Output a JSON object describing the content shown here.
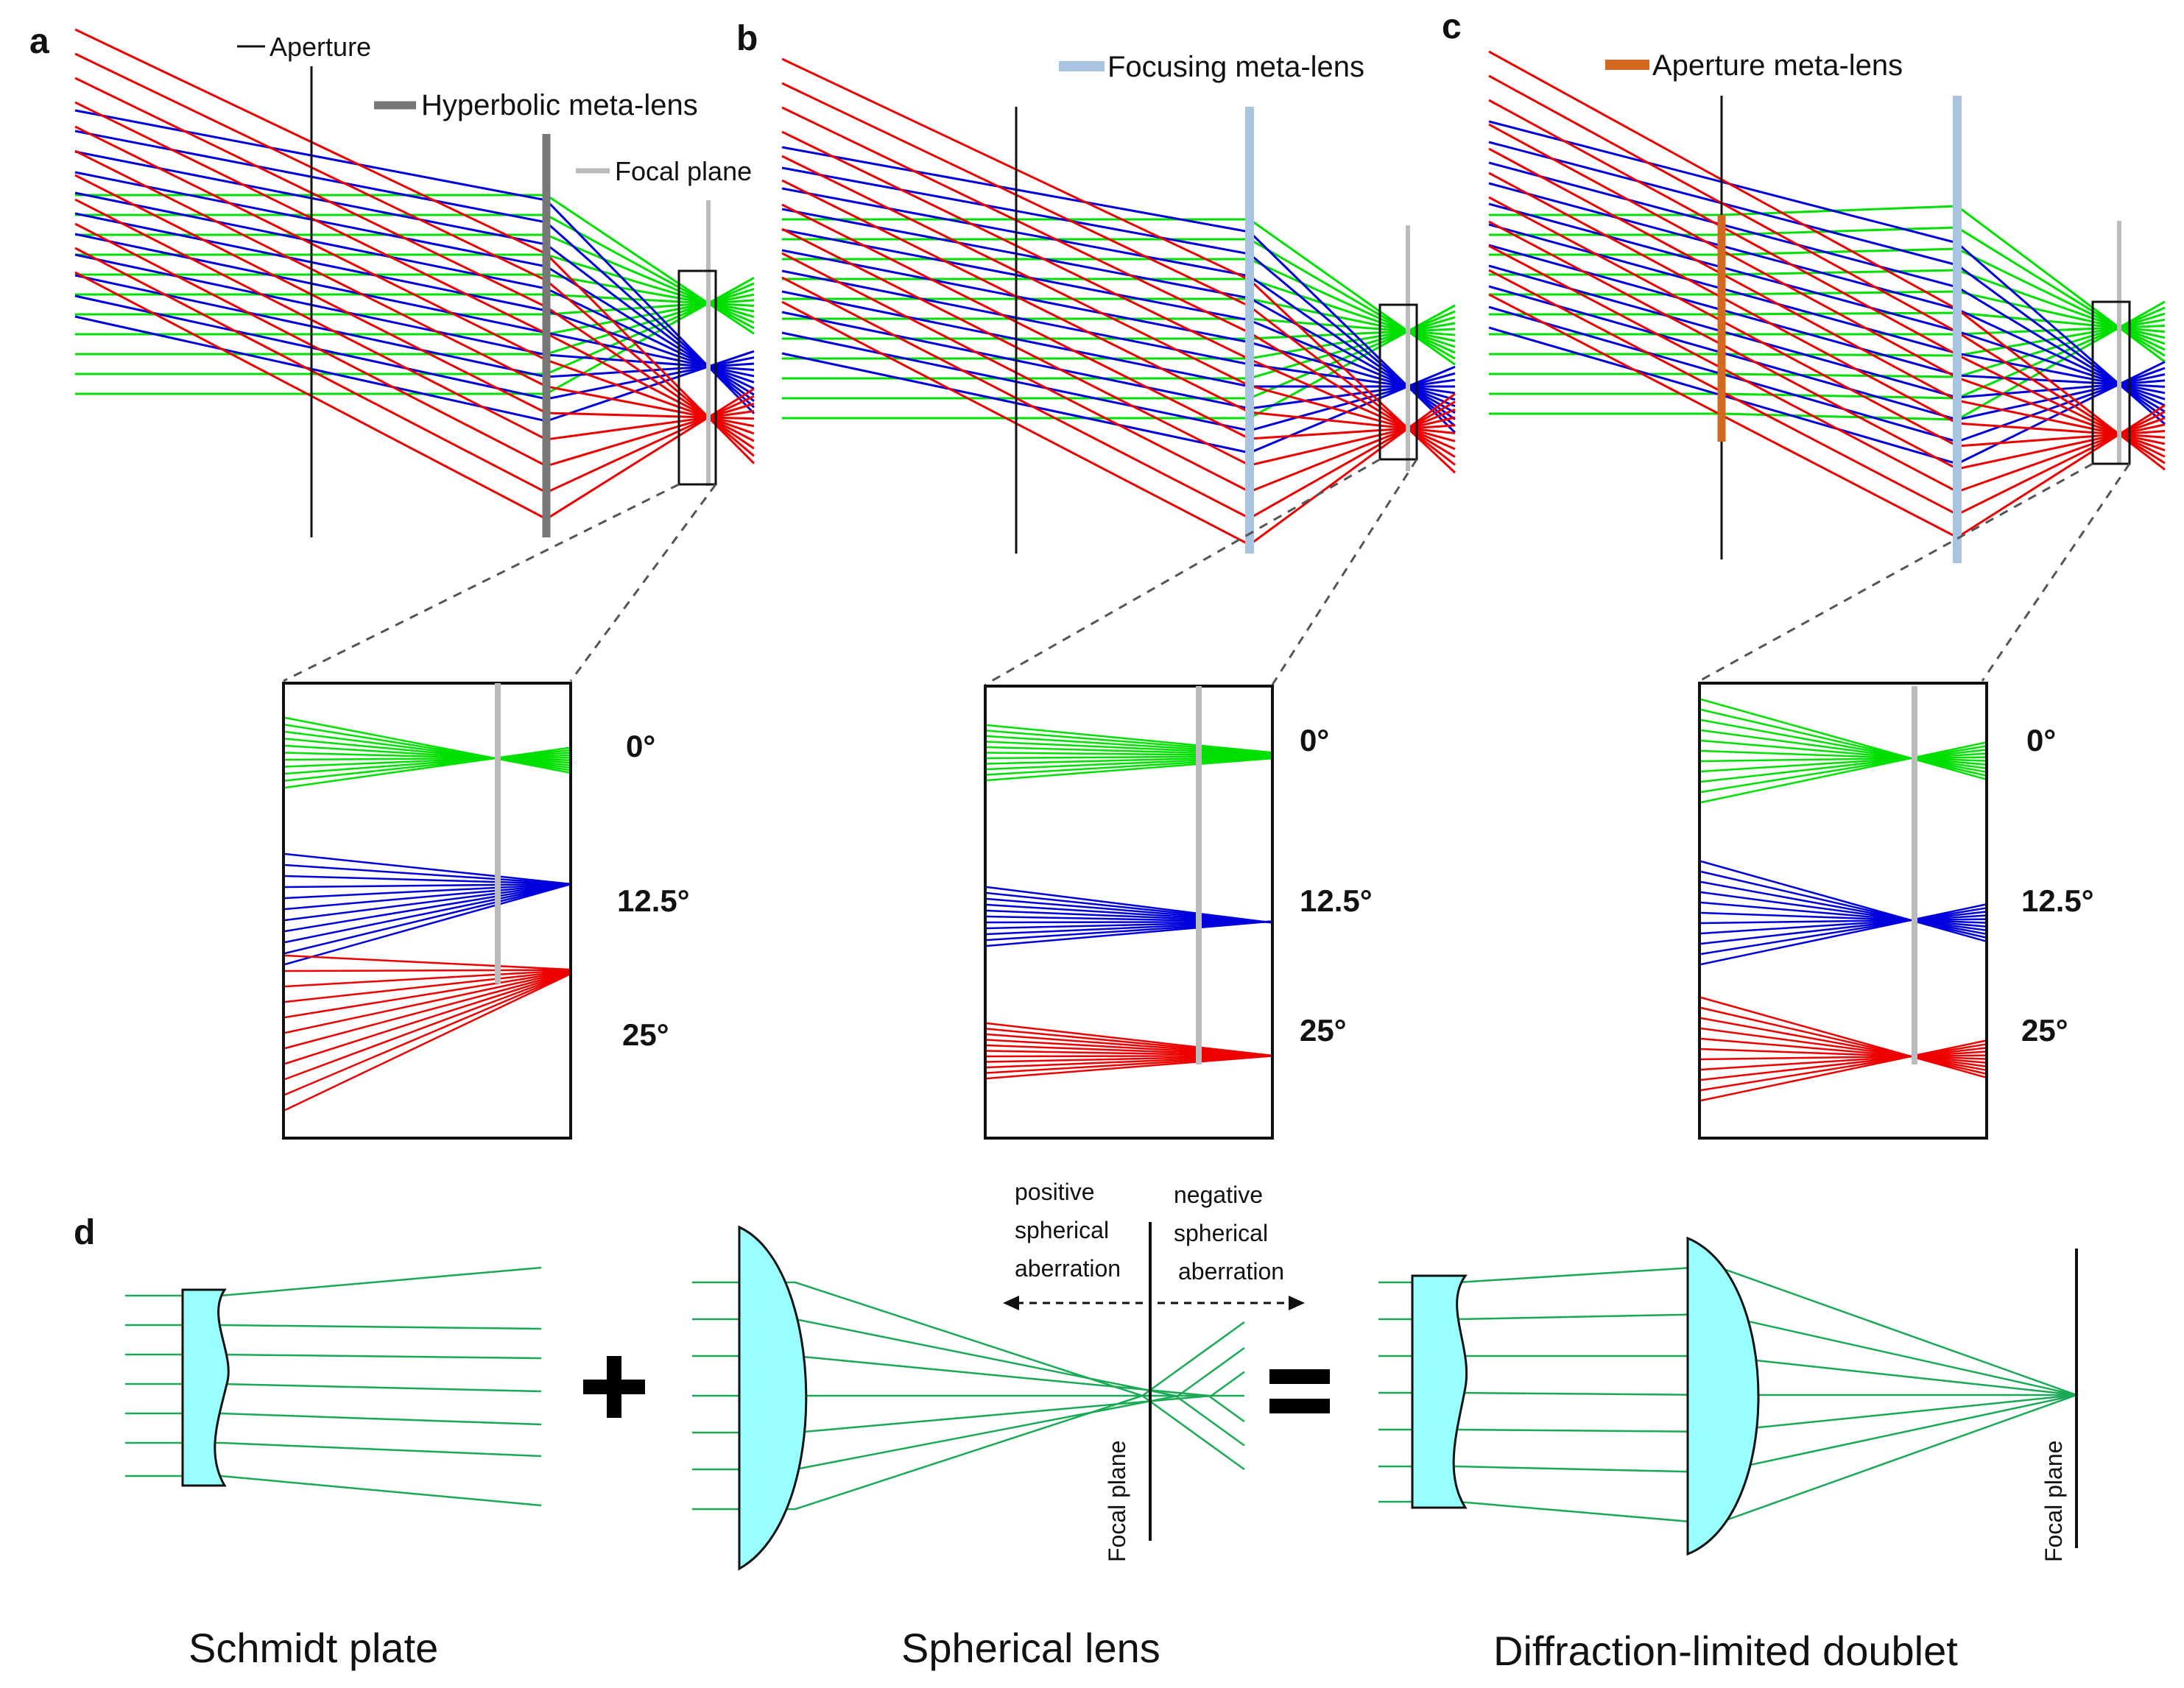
{
  "panels": {
    "a": {
      "letter": "a"
    },
    "b": {
      "letter": "b"
    },
    "c": {
      "letter": "c"
    },
    "d": {
      "letter": "d"
    }
  },
  "legend": {
    "aperture": "Aperture",
    "hyperbolic": "Hyperbolic meta-lens",
    "focal_plane": "Focal plane",
    "focusing": "Focusing meta-lens",
    "aperture_meta": "Aperture meta-lens"
  },
  "angles": [
    "0°",
    "12.5°",
    "25°"
  ],
  "bottom": {
    "schmidt": "Schmidt plate",
    "spherical": "Spherical lens",
    "doublet": "Diffraction-limited doublet",
    "positive": [
      "positive",
      "spherical",
      "aberration"
    ],
    "negative": [
      "negative",
      "spherical",
      "aberration"
    ],
    "focal_plane": "Focal plane",
    "plus": "+",
    "equals": "="
  },
  "colors": {
    "green": "#00e000",
    "blue": "#0000dd",
    "red": "#ee0000",
    "ray_green": "#1aaa55",
    "lens_fill": "#99ffff",
    "hyperbolic": "#777777",
    "focusing": "#a8c4e0",
    "aperture_meta": "#d2691e",
    "focal": "#bbbbbb"
  }
}
